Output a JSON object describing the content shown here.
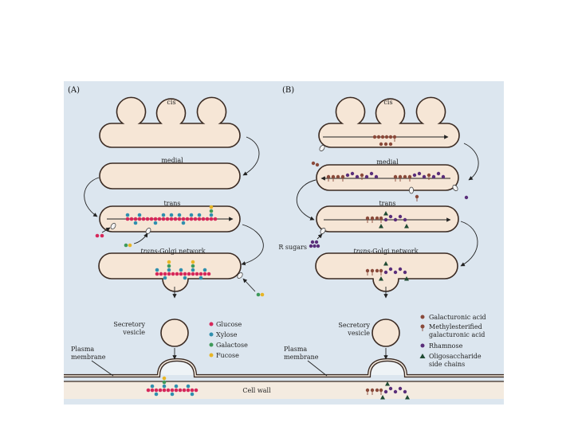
{
  "panel_a": {
    "tag": "(A)",
    "cis": "cis",
    "medial": "medial",
    "trans": "trans",
    "tgn_prefix": "trans",
    "tgn_suffix": "-Golgi network",
    "secretory_line1": "Secretory",
    "secretory_line2": "vesicle",
    "plasma_line1": "Plasma",
    "plasma_line2": "membrane",
    "legend": [
      {
        "label": "Glucose",
        "color": "#d6285a"
      },
      {
        "label": "Xylose",
        "color": "#2f8fae"
      },
      {
        "label": "Galactose",
        "color": "#3f9a5a"
      },
      {
        "label": "Fucose",
        "color": "#e7b526"
      }
    ]
  },
  "panel_b": {
    "tag": "(B)",
    "cis": "cis",
    "medial": "medial",
    "trans": "trans",
    "tgn_prefix": "trans",
    "tgn_suffix": "-Golgi network",
    "r_sugars": "R sugars",
    "secretory_line1": "Secretory",
    "secretory_line2": "vesicle",
    "plasma_line1": "Plasma",
    "plasma_line2": "membrane",
    "legend": [
      {
        "label": "Galacturonic acid",
        "color": "#8a4a3a",
        "shape": "dot"
      },
      {
        "label": "Methylesterified",
        "label2": "galacturonic acid",
        "color": "#8a4a3a",
        "shape": "stalk"
      },
      {
        "label": "Rhamnose",
        "color": "#5a2e7a",
        "shape": "dot"
      },
      {
        "label": "Oligosaccharide",
        "label2": "side chains",
        "color": "#1f4a32",
        "shape": "triangle"
      }
    ]
  },
  "cell_wall": "Cell wall",
  "colors": {
    "background": "#dce6ef",
    "cisterna_fill": "#f6e6d6",
    "membrane": "#3a2a22",
    "cell_wall": "#f4ebe0"
  }
}
